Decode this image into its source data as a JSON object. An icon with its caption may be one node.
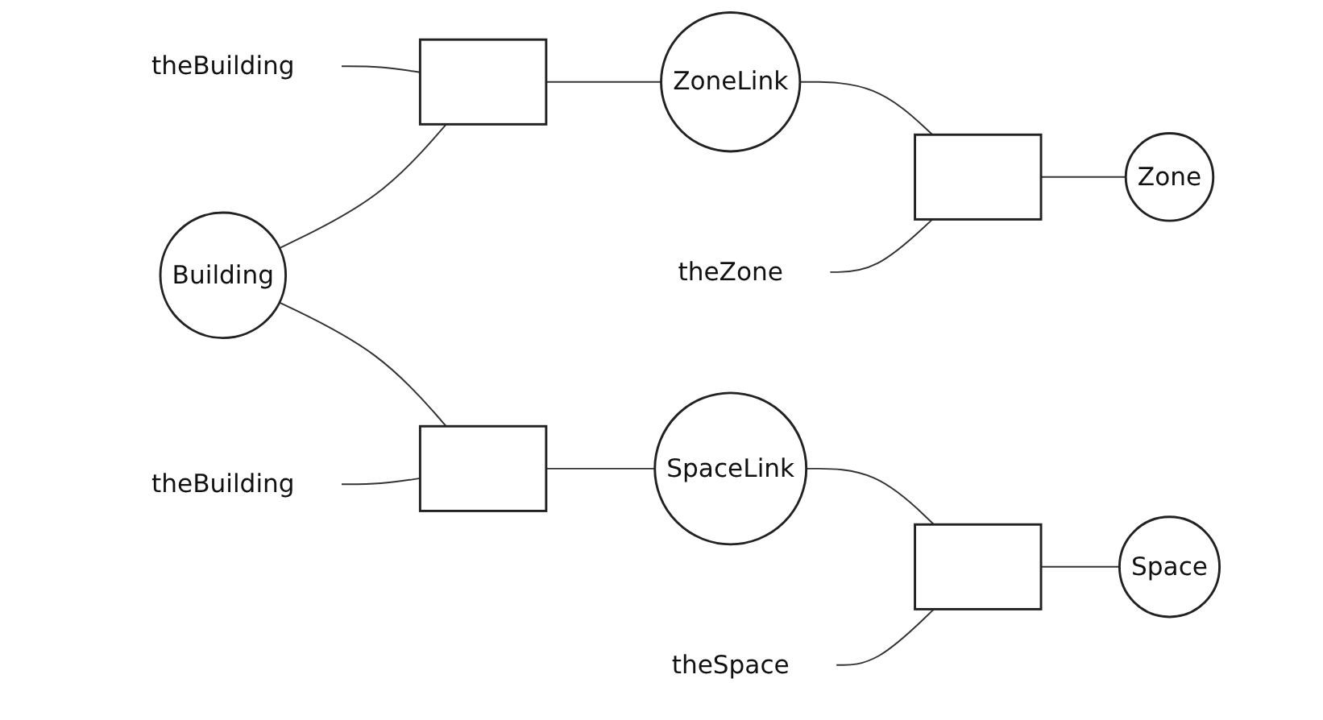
{
  "diagram": {
    "nodes": [
      {
        "text": [],
        "shape": "box"
      },
      {
        "text": [
          "ZoneLink"
        ]
      },
      {
        "text": [],
        "shape": "box"
      },
      {
        "text": [
          "Zone"
        ]
      },
      {
        "text": [
          "theBuilding"
        ]
      },
      {
        "text": [
          "theZone"
        ]
      },
      {
        "text": [
          "Building"
        ]
      },
      {
        "text": [],
        "shape": "box"
      },
      {
        "text": [
          "SpaceLink"
        ]
      },
      {
        "text": [],
        "shape": "box"
      },
      {
        "text": [
          "Space"
        ]
      },
      {
        "text": [
          "theBuilding"
        ]
      },
      {
        "text": [
          "theSpace"
        ]
      }
    ],
    "edges": [
      {
        "from": 6,
        "to": 0,
        "arrow": "none"
      },
      {
        "from": 0,
        "to": 1,
        "arrow": "none"
      },
      {
        "from": 1,
        "to": 2,
        "arrow": "none"
      },
      {
        "from": 2,
        "to": 3,
        "arrow": "none"
      },
      {
        "from": 6,
        "to": 7,
        "arrow": "none"
      },
      {
        "from": 7,
        "to": 8,
        "arrow": "none"
      },
      {
        "from": 8,
        "to": 9,
        "arrow": "none"
      },
      {
        "from": 9,
        "to": 10,
        "arrow": "none"
      },
      {
        "from": 4,
        "to": 0,
        "arrow": "none"
      },
      {
        "from": 5,
        "to": 2,
        "arrow": "none"
      },
      {
        "from": 11,
        "to": 7,
        "arrow": "none"
      },
      {
        "from": 12,
        "to": 9,
        "arrow": "none"
      }
    ]
  }
}
